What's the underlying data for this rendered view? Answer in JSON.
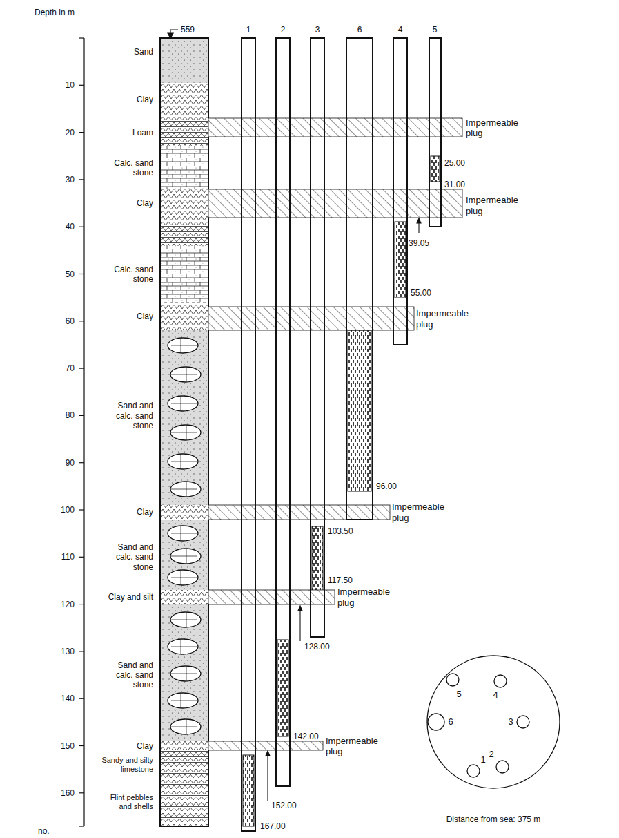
{
  "diagram": {
    "labels": [
      "Depth in m",
      "559",
      "1",
      "2",
      "3",
      "6",
      "4",
      "5",
      "10",
      "20",
      "30",
      "40",
      "50",
      "60",
      "70",
      "80",
      "90",
      "100",
      "110",
      "120",
      "130",
      "140",
      "150",
      "160",
      "no.",
      "Sand",
      "Clay",
      "Loam",
      "Calc. sand stone",
      "Clay",
      "Calc. sand stone",
      "Clay",
      "Sand and calc. sand stone",
      "Clay",
      "Sand and calc. sand stone",
      "Clay and silt",
      "Sand and calc. sand stone",
      "Clay",
      "Sandy and silty limestone",
      "Flint pebbles and shells",
      "25.00",
      "Impermeable plug",
      "31.00",
      "Impermeable plug",
      "39.05",
      "55.00",
      "Impermeable plug",
      "96.00",
      "Impermeable plug",
      "103.50",
      "117.50",
      "Impermeable plug",
      "128.00",
      "142.00",
      "Impermeable plug",
      "152.00",
      "167.00",
      "5",
      "4",
      "6",
      "3",
      "1",
      "2",
      "Distance from sea: 375 m"
    ]
  }
}
